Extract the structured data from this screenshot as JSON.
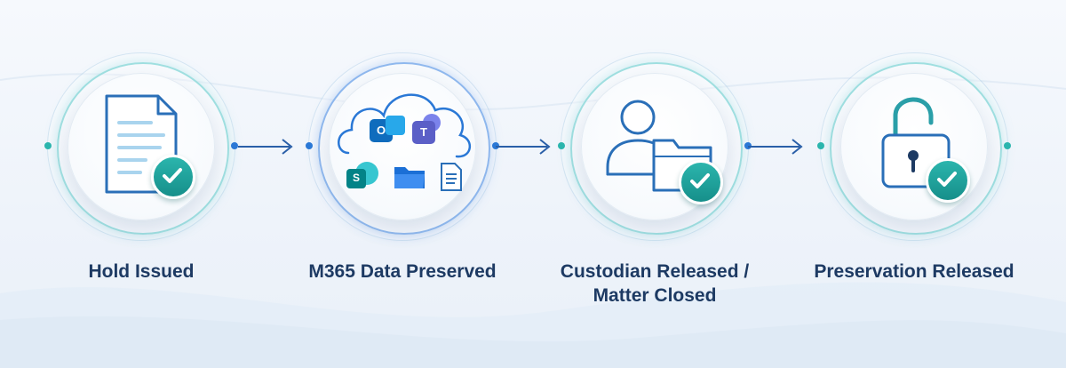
{
  "steps": [
    {
      "id": "hold-issued",
      "label": "Hold Issued",
      "icon": "document-check-icon"
    },
    {
      "id": "m365-preserved",
      "label": "M365 Data Preserved",
      "icon": "m365-cloud-icon",
      "apps": [
        {
          "name": "outlook-icon",
          "letter": "O"
        },
        {
          "name": "teams-icon",
          "letter": "T"
        },
        {
          "name": "sharepoint-icon",
          "letter": "S"
        },
        {
          "name": "folder-icon",
          "letter": ""
        },
        {
          "name": "file-icon",
          "letter": ""
        }
      ]
    },
    {
      "id": "custodian-released",
      "label_line1": "Custodian Released /",
      "label_line2": "Matter Closed",
      "icon": "custodian-folder-check-icon"
    },
    {
      "id": "preservation-released",
      "label": "Preservation Released",
      "icon": "unlocked-padlock-check-icon"
    }
  ],
  "colors": {
    "teal": "#2bb5ad",
    "blue": "#2a78d6",
    "navy": "#1d3a63",
    "outlook": "#0f6cbd",
    "teams": "#5b5fc7",
    "sharepoint": "#038387"
  }
}
